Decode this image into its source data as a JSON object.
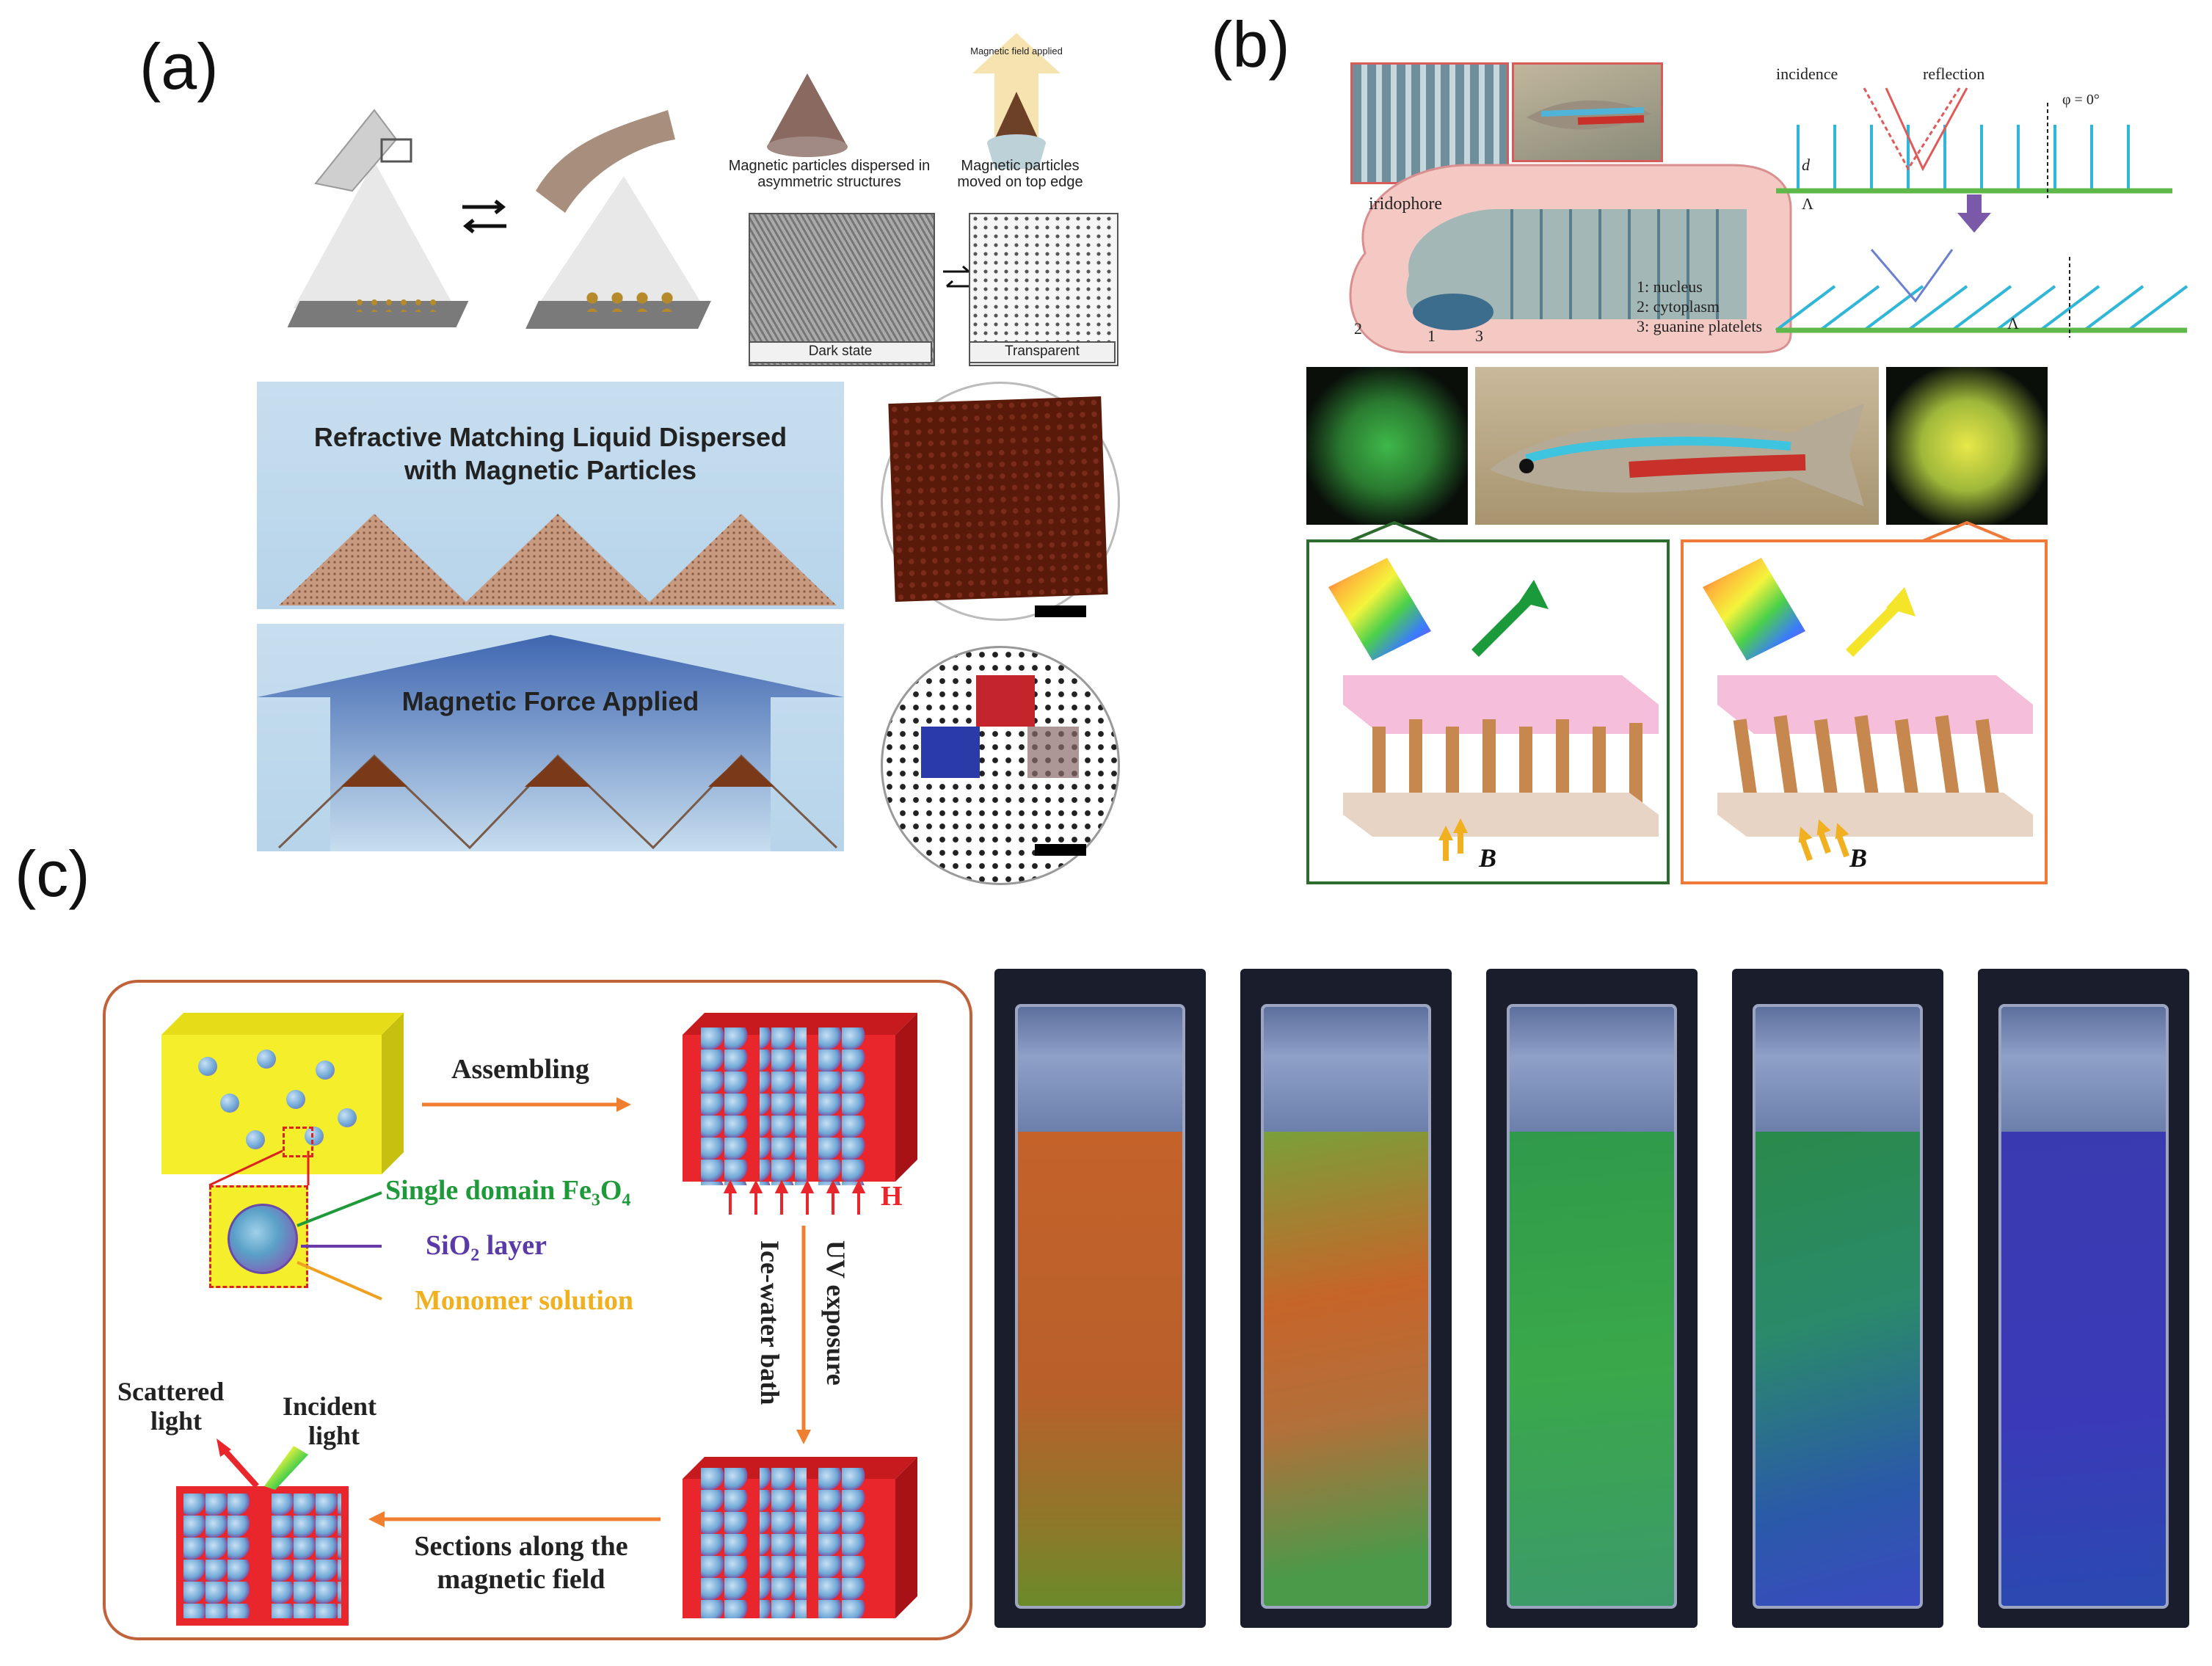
{
  "panels": {
    "a": {
      "label": "(a)",
      "cone_left_caption": "Magnetic particles dispersed in asymmetric structures",
      "cone_right_top": "Magnetic field applied",
      "cone_right_caption": "Magnetic particles moved on top edge",
      "state_dark": "Dark state",
      "state_transparent": "Transparent",
      "box1_title_line1": "Refractive Matching Liquid Dispersed",
      "box1_title_line2": "with Magnetic Particles",
      "box2_title": "Magnetic Force Applied"
    },
    "b": {
      "label": "(b)",
      "iridophore": "iridophore",
      "legend_1": "1: nucleus",
      "legend_2": "2: cytoplasm",
      "legend_3": "3: guanine platelets",
      "incidence": "incidence",
      "reflection": "reflection",
      "phi_label": "φ = 0°",
      "d_label": "d",
      "lambda_label": "Λ",
      "num_1": "1",
      "num_2": "2",
      "num_3": "3",
      "field_label": "B",
      "colors": {
        "green_frame": "#2e6b2e",
        "orange_frame": "#f07a3a"
      }
    },
    "c": {
      "label": "(c)",
      "assembling": "Assembling",
      "single_domain": "Single domain Fe",
      "fe_sub1": "3",
      "fe_o": "O",
      "fe_sub2": "4",
      "sio2": "SiO",
      "sio2_sub": "2",
      "sio2_rest": " layer",
      "monomer": "Monomer  solution",
      "h_label": "H",
      "uv_exposure": "UV exposure",
      "ice_water": "Ice-water bath",
      "scattered_1": "Scattered",
      "scattered_2": "light",
      "incident_1": "Incident",
      "incident_2": "light",
      "sections_1": "Sections along the",
      "sections_2": "magnetic field",
      "colors": {
        "frame": "#c0623a",
        "red_block": "#e8262b",
        "yellow_block": "#f4ef2a",
        "particle": "#6fa8d6"
      }
    }
  }
}
